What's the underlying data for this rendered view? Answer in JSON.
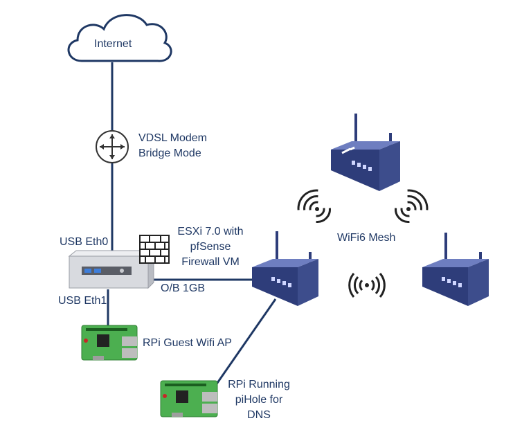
{
  "internet": {
    "label": "Internet"
  },
  "modem": {
    "line1": "VDSL Modem",
    "line2": "Bridge Mode"
  },
  "host": {
    "usb_eth0": "USB Eth0",
    "usb_eth1": "USB Eth1",
    "ob_link": "O/B 1GB",
    "fw_line1": "ESXi 7.0 with",
    "fw_line2": "pfSense",
    "fw_line3": "Firewall VM"
  },
  "rpi_guest": {
    "label": "RPi Guest Wifi AP"
  },
  "rpi_dns": {
    "line1": "RPi Running",
    "line2": "piHole for",
    "line3": "DNS"
  },
  "mesh": {
    "label": "WiFi6 Mesh"
  },
  "colors": {
    "line": "#1F3864",
    "text": "#1F3864",
    "router_top": "#6E7EC0",
    "router_front": "#2E3D7A",
    "router_side": "#3D4D8C",
    "pcb": "#4CAF50",
    "nuc": "#D8DADF"
  }
}
